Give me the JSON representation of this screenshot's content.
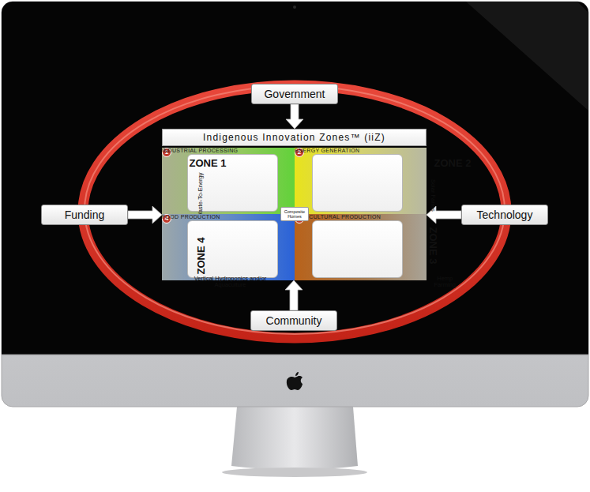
{
  "diagram": {
    "nodes": [
      {
        "text": [
          "Government"
        ]
      },
      {
        "text": [
          "Indigenous Innovation Zones™ (iiZ)"
        ]
      },
      {
        "text": [
          "1",
          "INDUSTRIAL PROCESSING"
        ],
        "in": 1
      },
      {
        "text": [
          "ZONE 1",
          "Waste-To-Energy"
        ],
        "in": 2
      },
      {
        "text": [
          "2",
          "ENERGY GENERATION"
        ],
        "in": 1
      },
      {
        "text": [
          "ZONE 2",
          "Solar Farms"
        ],
        "in": 4
      },
      {
        "text": [
          "Composite Homes"
        ],
        "in": 1
      },
      {
        "text": [
          "4",
          "FOOD PRODUCTION"
        ],
        "in": 1
      },
      {
        "text": [
          "Vertical Hydroponics and/or Aquaculture",
          "ZONE 4"
        ],
        "in": 7
      },
      {
        "text": [
          "3",
          "AGRICULTURAL PRODUCTION"
        ],
        "in": 1
      },
      {
        "text": [
          "Hemp Farming",
          "ZONE 3"
        ],
        "in": 9
      },
      {
        "text": [
          "Funding"
        ]
      },
      {
        "text": [
          "Technology"
        ]
      },
      {
        "text": [
          "Community"
        ]
      }
    ],
    "edges": [
      {
        "from": 0,
        "to": 1,
        "arrow": "to"
      },
      {
        "from": 11,
        "to": 1,
        "arrow": "to"
      },
      {
        "from": 12,
        "to": 1,
        "arrow": "to"
      },
      {
        "from": 13,
        "to": 1,
        "arrow": "to"
      }
    ]
  }
}
